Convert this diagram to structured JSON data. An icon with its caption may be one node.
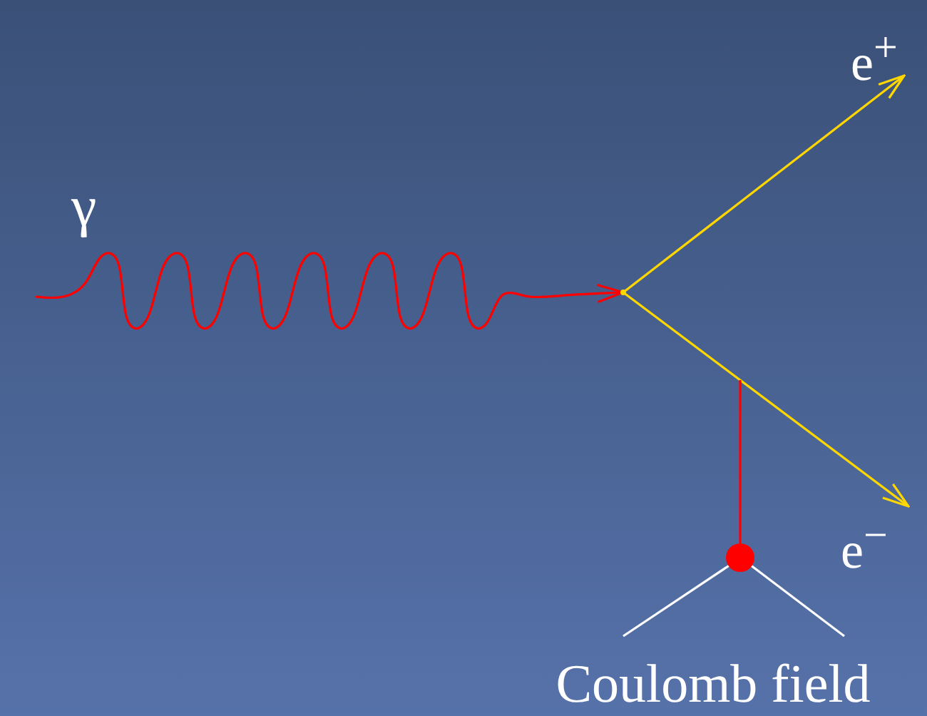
{
  "diagram": {
    "nodes": [
      {
        "text": [],
        "shape": "point"
      },
      {
        "text": [
          "e$^{+}$"
        ]
      },
      {
        "text": [
          "e$^{−}$"
        ]
      },
      {
        "text": [],
        "shape": "circle"
      },
      {
        "text": [
          "Coulomb field"
        ]
      }
    ],
    "edges": [
      {
        "from": null,
        "to": 0,
        "arrow": "to",
        "label": "γ",
        "color": "#ff0000"
      },
      {
        "from": 0,
        "to": 1,
        "arrow": "to",
        "color": "#ffd700"
      },
      {
        "from": 0,
        "to": 2,
        "arrow": "to",
        "color": "#ffd700"
      },
      {
        "from": 3,
        "to": null,
        "arrow": "none",
        "color": "#ff0000"
      },
      {
        "from": 3,
        "to": 4,
        "arrow": "none",
        "color": "#ffffff"
      },
      {
        "from": 3,
        "to": 4,
        "arrow": "none",
        "color": "#ffffff"
      }
    ]
  }
}
